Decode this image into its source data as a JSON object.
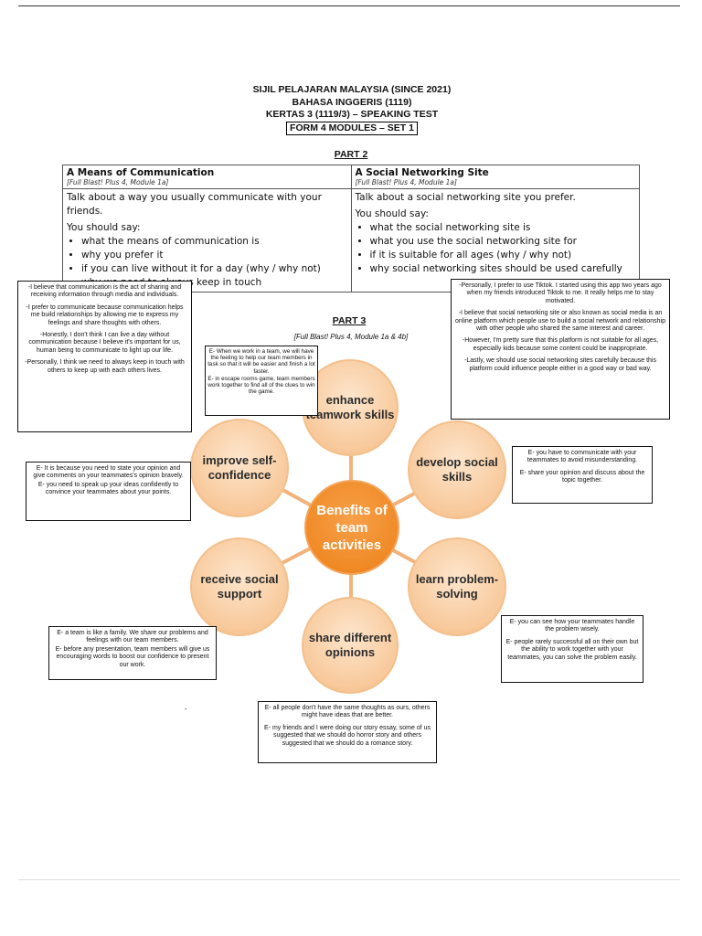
{
  "header": {
    "line1": "SIJIL PELAJARAN MALAYSIA (SINCE 2021)",
    "line2": "BAHASA INGGERIS (1119)",
    "line3": "KERTAS 3 (1119/3) – SPEAKING TEST",
    "line4": "FORM 4 MODULES – SET 1"
  },
  "part2": {
    "title": "PART 2",
    "left": {
      "heading": "A Means of Communication",
      "ref": "[Full Blast! Plus 4, Module 1a]",
      "prompt": "Talk about a way you usually communicate with your friends.",
      "should": "You should say:",
      "bullets": [
        "what the means of communication is",
        "why you prefer it",
        "if you can live without it for a day (why / why not)",
        "why we need to always keep in touch"
      ]
    },
    "right": {
      "heading": "A Social Networking Site",
      "ref": "[Full Blast! Plus 4, Module 1a]",
      "prompt": "Talk about a social networking site you prefer.",
      "should": "You should say:",
      "bullets": [
        "what the social networking site is",
        "what you use the social networking site for",
        "if it is suitable for all ages (why / why not)",
        "why social networking sites should be used carefully"
      ]
    }
  },
  "part3": {
    "title": "PART 3",
    "ref": "[Full Blast! Plus 4, Module 1a & 4b]",
    "center": "Benefits of team activities",
    "bubbles": {
      "enhance": "enhance teamwork skills",
      "develop": "develop social skills",
      "learn": "learn problem-solving",
      "share": "share different opinions",
      "receive": "receive social support",
      "improve": "improve self-confidence"
    }
  },
  "notes": {
    "left_comm": [
      "-I believe that communication is the act of sharing and receiving information through media and individuals.",
      "-I prefer to communicate because communication helps me build relationships by allowing me to express my feelings and share thoughts with others.",
      "-Honestly, I don't think I can live a day without communication because I believe it's important for us, human being to communicate to light up our life.",
      "-Personally, I think we need to always keep in touch with others to keep up with each others lives."
    ],
    "right_social": [
      "-Personally, I prefer to use Tiktok. I started using this app two years ago when my friends introduced Tiktok to me. It really helps me to stay motivated.",
      "-I believe that social networking site or also known as social media is an online platform which people use to build a social network and relationship with other people who shared the same interest and career.",
      "-However, I'm pretty sure that this platform is not suitable for all ages, especially kids because some content could be inappropriate.",
      "-Lastly, we should use social networking sites carefully because this platform could influence people either in a good way or bad way."
    ],
    "teamwork": [
      "E- When we work in a team, we will have the feeling to help our team members in task so that it will be easier and finish a lot faster.",
      "E- in escape rooms game, team members work together to find all of the clues to win the game."
    ],
    "confidence": [
      "E- It is because you need to state your opinion and give comments on your teammates's opinion bravely.",
      "E- you need to speak up your ideas confidently to convince your teammates about your points."
    ],
    "social": [
      "E- you have to communicate with your teammates to avoid misunderstanding.",
      "E- share your opinion and discuss about the topic together."
    ],
    "support": [
      "E- a team is like a family. We share our problems and feelings with our team members.",
      "E- before any presentation, team members will give us encouraging words to boost our confidence to present our work."
    ],
    "problem": [
      "E- you can see how your teammates handle the problem wisely.",
      "E- people rarely successful all on their own but the ability to work together with your teammates, you can solve the problem easily."
    ],
    "opinions": [
      "E- all people don't have the same thoughts as ours, others might have ideas that are better.",
      "E- my friends and I were doing our story essay, some of us suggested that we should do horror story and others suggested that we should do a romance story."
    ]
  },
  "colors": {
    "center": "#f08a26",
    "bubble": "#f8c99b",
    "spoke": "#f2b27a"
  }
}
